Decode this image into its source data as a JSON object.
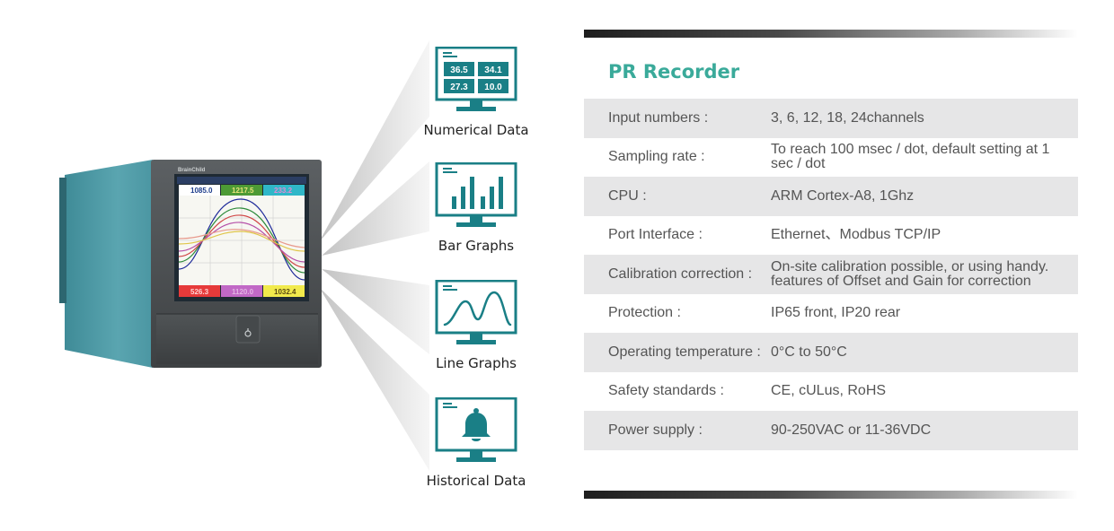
{
  "features": [
    {
      "label": "Numerical Data",
      "icon": "numerical-data-monitor-icon",
      "values": [
        "36.5",
        "34.1",
        "27.3",
        "10.0"
      ]
    },
    {
      "label": "Bar Graphs",
      "icon": "bar-graph-monitor-icon"
    },
    {
      "label": "Line Graphs",
      "icon": "line-graph-monitor-icon"
    },
    {
      "label": "Historical Data",
      "icon": "alarm-bell-monitor-icon"
    }
  ],
  "device": {
    "brand": "BrainChild",
    "readouts_top": [
      "1085.0",
      "1217.5",
      "233.2"
    ],
    "readouts_bottom": [
      "526.3",
      "1120.0",
      "1032.4"
    ]
  },
  "specs": {
    "title": "PR Recorder",
    "rows": [
      {
        "label": "Input numbers :",
        "value": "3, 6, 12, 18, 24channels"
      },
      {
        "label": "Sampling rate :",
        "value": "To reach 100 msec / dot, default setting at 1 sec / dot"
      },
      {
        "label": "CPU :",
        "value": "ARM Cortex-A8, 1Ghz"
      },
      {
        "label": "Port Interface :",
        "value": "Ethernet、Modbus TCP/IP"
      },
      {
        "label": "Calibration correction :",
        "value": "On-site calibration possible, or using handy. features of Offset and Gain for correction"
      },
      {
        "label": "Protection :",
        "value": "IP65 front, IP20 rear"
      },
      {
        "label": "Operating temperature :",
        "value": "0°C to 50°C"
      },
      {
        "label": "Safety standards :",
        "value": "CE, cULus, RoHS"
      },
      {
        "label": "Power supply :",
        "value": "90-250VAC or 11-36VDC"
      }
    ]
  },
  "colors": {
    "accent": "#3aaa9a",
    "icon_teal": "#1a7f86",
    "device_body": "#4f9aa6",
    "device_bezel": "#4d5052",
    "row_shade": "#e6e6e7"
  }
}
